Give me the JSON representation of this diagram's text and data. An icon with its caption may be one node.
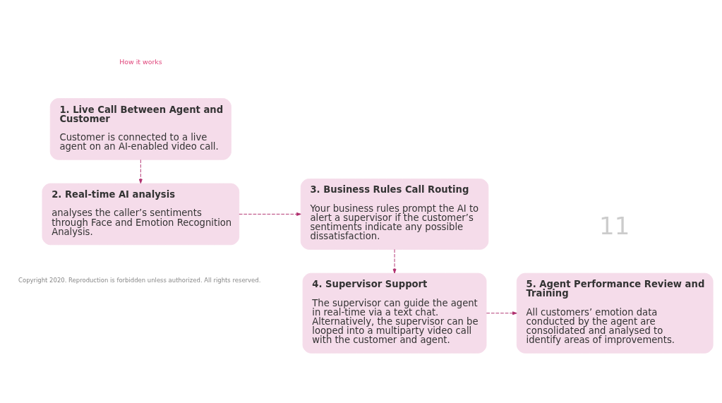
{
  "diagram": {
    "nodes": [
      {
        "text": [
          "1. Live Call Between Agent and Customer",
          "Customer is connected to a live agent on an AI-enabled video call."
        ]
      },
      {
        "text": [
          "2. Real-time AI analysis",
          "analyses the caller’s sentiments through Face and Emotion Recognition Analysis."
        ]
      },
      {
        "text": [
          "3. Business Rules Call Routing",
          "Your business rules prompt the AI to alert a supervisor if the customer’s sentiments indicate any possible dissatisfaction."
        ]
      },
      {
        "text": [
          "4. Supervisor Support",
          "The supervisor can guide the agent in real-time via a text chat. Alternatively, the supervisor can be looped into a multiparty video call with the customer and agent."
        ]
      },
      {
        "text": [
          "5. Agent Performance Review and Training",
          "All customers’ emotion data conducted by the agent are consolidated and analysed to identify areas of improvements."
        ]
      }
    ],
    "edges": [
      {
        "from": 0,
        "to": 1,
        "arrow": "to",
        "style": "dashed"
      },
      {
        "from": 1,
        "to": 2,
        "arrow": "to",
        "style": "dashed"
      },
      {
        "from": 2,
        "to": 3,
        "arrow": "to",
        "style": "dashed"
      },
      {
        "from": 3,
        "to": 4,
        "arrow": "to",
        "style": "dashed"
      }
    ],
    "labels": [
      "How it works",
      "11",
      "Copyright 2020. Reproduction is forbidden unless authorized. All rights reserved."
    ]
  }
}
